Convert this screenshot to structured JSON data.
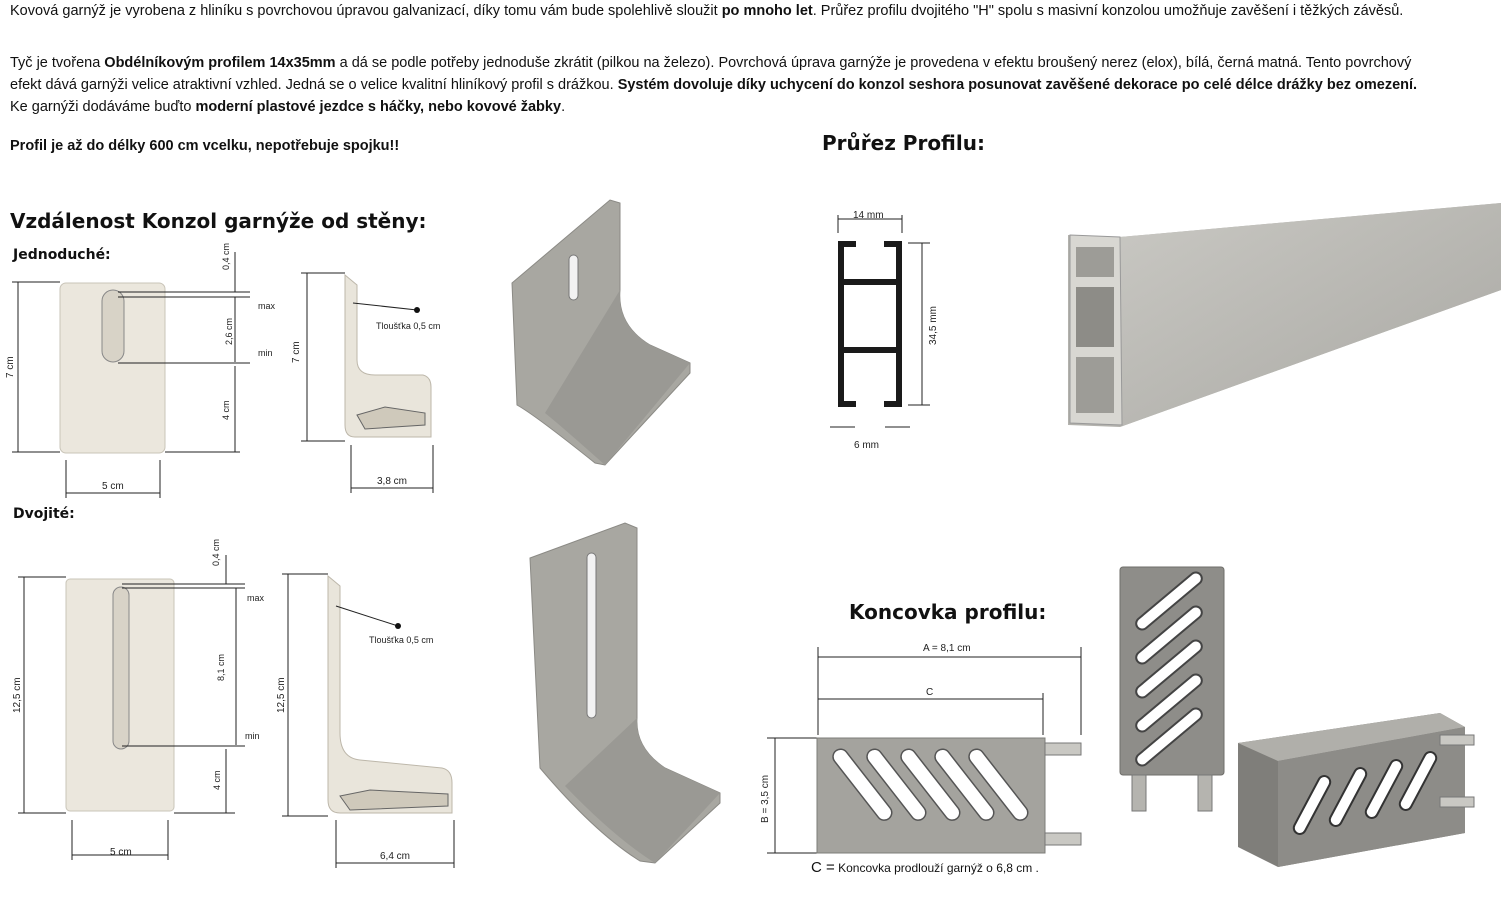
{
  "intro": {
    "p1_a": "Kovová garnýž je vyrobena z hliníku s povrchovou úpravou galvanizací, díky tomu vám bude spolehlivě sloužit ",
    "p1_b": "po mnoho let",
    "p1_c": ". Průřez profilu dvojitého \"H\" spolu s masivní konzolou umožňuje zavěšení i těžkých závěsů.",
    "p2_a": " Tyč je tvořena ",
    "p2_b": "Obdélníkovým profilem 14x35mm",
    "p2_c": " a dá se podle potřeby jednoduše zkrátit (pilkou na železo). Povrchová úprava garnýže je provedena v efektu broušený nerez (elox), bílá, černá matná. Tento povrchový efekt dává garnýži velice atraktivní vzhled. Jedná se o velice kvalitní hliníkový profil s drážkou. ",
    "p2_d": "Systém dovoluje díky uchycení do konzol seshora posunovat zavěšené dekorace po celé délce drážky bez omezení.",
    "p2_e": " Ke garnýži dodáváme buďto ",
    "p2_f": "moderní plastové jezdce s háčky, nebo kovové žabky",
    "p2_g": ".",
    "p3": "Profil je až do délky 600 cm vcelku, nepotřebuje spojku!!"
  },
  "headings": {
    "distance": "Vzdálenost Konzol garnýže od stěny:",
    "single": "Jednoduché:",
    "double": "Dvojité:",
    "cross_section": "Průřez Profilu:",
    "end_cap": "Koncovka profilu:"
  },
  "single_bracket": {
    "top": "0,4 cm",
    "max": "max",
    "slot": "2,6 cm",
    "min": "min",
    "height": "7 cm",
    "bottom": "4 cm",
    "width": "5 cm",
    "side_height": "7 cm",
    "thickness": "Tloušťka 0,5 cm",
    "depth": "3,8 cm"
  },
  "double_bracket": {
    "top": "0,4 cm",
    "max": "max",
    "slot": "8,1 cm",
    "min": "min",
    "height": "12,5 cm",
    "bottom": "4 cm",
    "width": "5 cm",
    "side_height": "12,5 cm",
    "thickness": "Tloušťka 0,5 cm",
    "depth": "6,4 cm"
  },
  "profile": {
    "width": "14 mm",
    "height": "34,5 mm",
    "slot": "6 mm"
  },
  "end_cap": {
    "a": "A = 8,1 cm",
    "c": "C",
    "b": "B = 3,5 cm",
    "caption_c": "C =",
    "caption_text": " Koncovka prodlouží garnýž o 6,8 cm ."
  },
  "colors": {
    "bracket_light": "#e8e4da",
    "metal_grey": "#a9a8a2",
    "metal_dark": "#7d7c78",
    "profile_black": "#1a1a1a"
  }
}
